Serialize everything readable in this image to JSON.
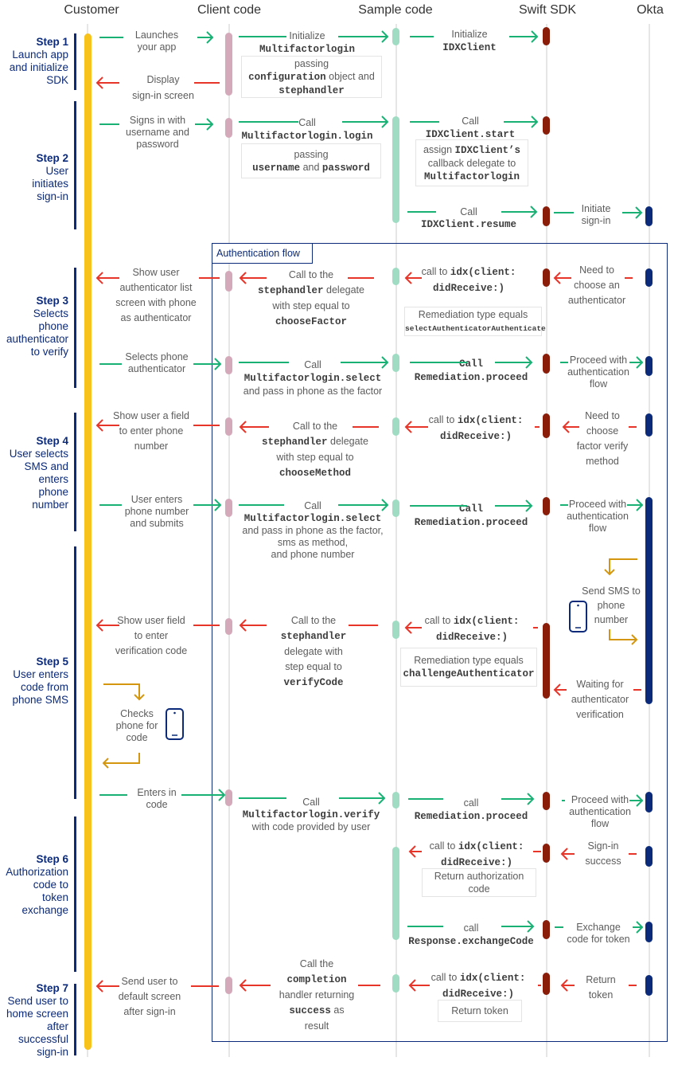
{
  "headers": [
    "Customer",
    "Client code",
    "Sample code",
    "Swift SDK",
    "Okta"
  ],
  "auth_flow_label": "Authentication flow",
  "colors": {
    "customer": "#f7c21b",
    "client": "#d4aabb",
    "sample": "#9fdcc3",
    "swift": "#8a1c0a",
    "okta": "#0b2a79",
    "request": "#19b174",
    "response": "#e8352a",
    "self": "#d4960f",
    "step": "#0b2a79"
  },
  "steps": [
    [
      "Step 1",
      "Launch app",
      "and initialize",
      "SDK"
    ],
    [
      "Step 2",
      "User",
      "initiates",
      "sign-in"
    ],
    [
      "Step 3",
      "Selects",
      "phone",
      "authenticator",
      "to verify"
    ],
    [
      "Step 4",
      "User selects",
      "SMS and",
      "enters",
      "phone",
      "number"
    ],
    [
      "Step 5",
      "User enters",
      "code from",
      "phone SMS"
    ],
    [
      "Step 6",
      "Authorization",
      "code  to",
      "token",
      "exchange"
    ],
    [
      "Step 7",
      "Send user to",
      "home screen",
      "after",
      "successful",
      "sign-in"
    ]
  ],
  "messages": [
    [
      [
        "Launches"
      ],
      [
        "your app"
      ]
    ],
    [
      [
        "Display"
      ],
      [
        "sign-in screen"
      ]
    ],
    [
      [
        "Initialize"
      ],
      [
        {
          "code": "Multifactorlogin"
        }
      ]
    ],
    [
      [
        "Initialize"
      ],
      [
        {
          "code": "IDXClient"
        }
      ]
    ],
    [
      [
        "Signs in with"
      ],
      [
        "username and"
      ],
      [
        "password"
      ]
    ],
    [
      [
        "Call"
      ],
      [
        {
          "code": "Multifactorlogin.login"
        }
      ]
    ],
    [
      [
        "Call"
      ],
      [
        {
          "code": "IDXClient.start"
        }
      ]
    ],
    [
      [
        "Call"
      ],
      [
        {
          "code": "IDXClient.resume"
        }
      ]
    ],
    [
      [
        "Initiate"
      ],
      [
        "sign-in"
      ]
    ],
    [
      [
        "Show user"
      ],
      [
        "authenticator list"
      ],
      [
        "screen with phone"
      ],
      [
        "as authenticator"
      ]
    ],
    [
      [
        "Call to the"
      ],
      [
        {
          "code": "stephandler"
        },
        " delegate"
      ],
      [
        "with step equal to"
      ],
      [
        {
          "code": "chooseFactor"
        }
      ]
    ],
    [
      [
        "call to ",
        {
          "code": "idx(client:"
        }
      ],
      [
        {
          "code": "didReceive:)"
        }
      ]
    ],
    [
      [
        "Need to"
      ],
      [
        "choose an"
      ],
      [
        "authenticator"
      ]
    ],
    [
      [
        "Selects phone"
      ],
      [
        "authenticator"
      ]
    ],
    [
      [
        "Call"
      ],
      [
        {
          "code": "Multifactorlogin.select"
        }
      ],
      [
        "and pass in phone as the factor"
      ]
    ],
    [
      [
        {
          "code": "Call"
        }
      ],
      [
        {
          "code": "Remediation.proceed"
        }
      ]
    ],
    [
      [
        "Proceed with"
      ],
      [
        "authentication"
      ],
      [
        "flow"
      ]
    ],
    [
      [
        "Show user a field"
      ],
      [
        "to enter phone"
      ],
      [
        "number"
      ]
    ],
    [
      [
        "Call to the"
      ],
      [
        {
          "code": "stephandler"
        },
        " delegate"
      ],
      [
        "with step equal to"
      ],
      [
        {
          "code": "chooseMethod"
        }
      ]
    ],
    [
      [
        "call to ",
        {
          "code": "idx(client:"
        }
      ],
      [
        {
          "code": "didReceive:)"
        }
      ]
    ],
    [
      [
        "Need to"
      ],
      [
        "choose"
      ],
      [
        "factor verify"
      ],
      [
        "method"
      ]
    ],
    [
      [
        "User enters"
      ],
      [
        "phone number"
      ],
      [
        "and submits"
      ]
    ],
    [
      [
        "Call"
      ],
      [
        {
          "code": "Multifactorlogin.select"
        }
      ],
      [
        "and pass in phone as the factor,"
      ],
      [
        "sms as method,"
      ],
      [
        "and phone number"
      ]
    ],
    [
      [
        {
          "code": "Call"
        }
      ],
      [
        {
          "code": "Remediation.proceed"
        }
      ]
    ],
    [
      [
        "Proceed with"
      ],
      [
        "authentication"
      ],
      [
        "flow"
      ]
    ],
    [
      [
        "Send SMS to"
      ],
      [
        "phone"
      ],
      [
        "number"
      ]
    ],
    [
      [
        "Show user field"
      ],
      [
        "to enter"
      ],
      [
        "verification code"
      ]
    ],
    [
      [
        "Call to the"
      ],
      [
        {
          "code": "stephandler"
        }
      ],
      [
        "delegate with"
      ],
      [
        "step equal to"
      ],
      [
        {
          "code": "verifyCode"
        }
      ]
    ],
    [
      [
        "call to ",
        {
          "code": "idx(client:"
        }
      ],
      [
        {
          "code": "didReceive:)"
        }
      ]
    ],
    [
      [
        "Waiting for"
      ],
      [
        "authenticator"
      ],
      [
        "verification"
      ]
    ],
    [
      [
        "Checks"
      ],
      [
        "phone for"
      ],
      [
        "code"
      ]
    ],
    [
      [
        "Enters in"
      ],
      [
        "code"
      ]
    ],
    [
      [
        "Call"
      ],
      [
        {
          "code": "Multifactorlogin.verify"
        }
      ],
      [
        "with code provided by user"
      ]
    ],
    [
      [
        "call"
      ],
      [
        {
          "code": "Remediation.proceed"
        }
      ]
    ],
    [
      [
        "Proceed with"
      ],
      [
        "authentication"
      ],
      [
        "flow"
      ]
    ],
    [
      [
        "call to ",
        {
          "code": "idx(client:"
        }
      ],
      [
        {
          "code": "didReceive:)"
        }
      ]
    ],
    [
      [
        "Sign-in"
      ],
      [
        "success"
      ]
    ],
    [
      [
        "call"
      ],
      [
        {
          "code": "Response.exchangeCode"
        }
      ]
    ],
    [
      [
        "Exchange"
      ],
      [
        "code for token"
      ]
    ],
    [
      [
        "Send user to"
      ],
      [
        "default screen"
      ],
      [
        "after sign-in"
      ]
    ],
    [
      [
        "Call the"
      ],
      [
        {
          "code": "completion"
        }
      ],
      [
        "handler returning"
      ],
      [
        {
          "code": "success"
        },
        "  as"
      ],
      [
        "result"
      ]
    ],
    [
      [
        "call to ",
        {
          "code": "idx(client:"
        }
      ],
      [
        {
          "code": "didReceive:)"
        }
      ]
    ],
    [
      [
        "Return"
      ],
      [
        "token"
      ]
    ]
  ],
  "notes": [
    [
      [
        "passing"
      ],
      [
        {
          "code": "configuration"
        },
        " object and"
      ],
      [
        {
          "code": "stephandler"
        }
      ]
    ],
    [
      [
        "passing"
      ],
      [
        {
          "code": "username"
        },
        " and ",
        {
          "code": "password"
        }
      ]
    ],
    [
      [
        "assign ",
        {
          "code": "IDXClient’s"
        }
      ],
      [
        "callback delegate to"
      ],
      [
        {
          "code": "Multifactorlogin"
        }
      ]
    ],
    [
      [
        "Remediation type equals"
      ],
      [
        {
          "small": "selectAuthenticatorAuthenticate"
        }
      ]
    ],
    [
      [
        "Remediation type equals"
      ],
      [
        {
          "code": "challengeAuthenticator"
        }
      ]
    ],
    [
      [
        "Return authorization"
      ],
      [
        "code"
      ]
    ],
    [
      [
        "Return token"
      ]
    ]
  ]
}
